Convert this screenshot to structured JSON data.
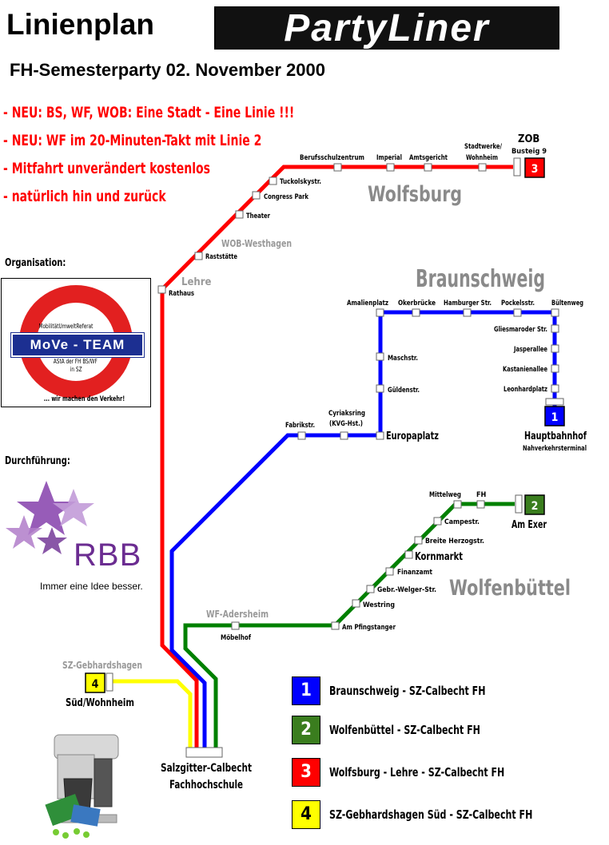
{
  "header": {
    "title": "Linienplan",
    "logo": "PartyLiner",
    "subtitle": "FH-Semesterparty 02. November 2000"
  },
  "notes": [
    "- NEU: BS, WF, WOB: Eine Stadt - Eine Linie !!!",
    "- NEU: WF im 20-Minuten-Takt mit Linie 2",
    "- Mitfahrt unverändert kostenlos",
    "- natürlich hin und zurück"
  ],
  "organisation": {
    "label": "Organisation:",
    "line1": "MobilitätUmweltReferat",
    "name": "MoVe - TEAM",
    "line2": "AStA der FH BS/WF",
    "line3": "in SZ",
    "slogan": "... wir machen den Verkehr!"
  },
  "durchfuehrung": {
    "label": "Durchführung:",
    "company": "RBB",
    "slogan": "Immer eine Idee besser."
  },
  "colors": {
    "line1": "#0000ff",
    "line2": "#008000",
    "line3": "#ff0000",
    "line4": "#ffff00",
    "legend2": "#3a7d1e"
  },
  "cities": {
    "wolfsburg": "Wolfsburg",
    "braunschweig": "Braunschweig",
    "wolfenbuettel": "Wolfenbüttel",
    "lehre": "Lehre",
    "wob_westhagen": "WOB-Westhagen",
    "wf_adersheim": "WF-Adersheim",
    "sz_gebhardshagen": "SZ-Gebhardshagen"
  },
  "stations": {
    "rathaus": "Rathaus",
    "raststaette": "Raststätte",
    "theater": "Theater",
    "congress_park": "Congress Park",
    "tuckolskystr": "Tuckolskystr.",
    "berufsschulzentrum": "Berufsschulzentrum",
    "imperial": "Imperial",
    "amtsgericht": "Amtsgericht",
    "stadtwerke1": "Stadtwerke/",
    "stadtwerke2": "Wohnheim",
    "zob": "ZOB",
    "bussteig": "Busteig 9",
    "amalienplatz": "Amalienplatz",
    "okerbruecke": "Okerbrücke",
    "hamburger": "Hamburger Str.",
    "pockelsstr": "Pockelsstr.",
    "bueltenweg": "Bültenweg",
    "gliesmaroder": "Gliesmaroder Str.",
    "jasperallee": "Jasperallee",
    "kastanienallee": "Kastanienallee",
    "leonhardplatz": "Leonhardplatz",
    "hauptbahnhof": "Hauptbahnhof",
    "nahverkehr": "Nahverkehrsterminal",
    "maschstr": "Maschstr.",
    "guldenstr": "Güldenstr.",
    "europaplatz": "Europaplatz",
    "cyriaksring1": "Cyriaksring",
    "cyriaksring2": "(KVG-Hst.)",
    "fabrikstr": "Fabrikstr.",
    "mittelweg": "Mittelweg",
    "fh": "FH",
    "am_exer": "Am Exer",
    "campestr": "Campestr.",
    "breite": "Breite Herzogstr.",
    "kornmarkt": "Kornmarkt",
    "finanzamt": "Finanzamt",
    "gebr_welger": "Gebr.-Welger-Str.",
    "westring": "Westring",
    "am_pfingstanger": "Am Pfingstanger",
    "moebelhof": "Möbelhof",
    "sued_wohnheim": "Süd/Wohnheim",
    "salzgitter1": "Salzgitter-Calbecht",
    "salzgitter2": "Fachhochschule"
  },
  "badges": {
    "line1": "1",
    "line2": "2",
    "line3": "3",
    "line4": "4"
  },
  "legend": [
    {
      "num": "1",
      "text": "Braunschweig - SZ-Calbecht FH"
    },
    {
      "num": "2",
      "text": "Wolfenbüttel - SZ-Calbecht FH"
    },
    {
      "num": "3",
      "text": "Wolfsburg - Lehre - SZ-Calbecht FH"
    },
    {
      "num": "4",
      "text": "SZ-Gebhardshagen Süd - SZ-Calbecht FH"
    }
  ]
}
